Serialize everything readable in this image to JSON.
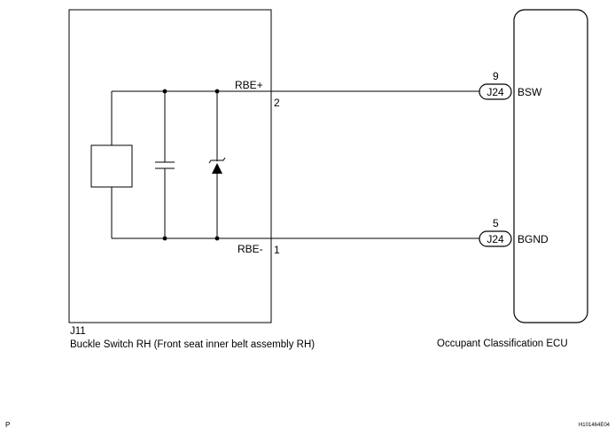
{
  "component_left": {
    "code": "J11",
    "name": "Buckle Switch RH (Front seat inner belt assembly RH)"
  },
  "component_right": {
    "name": "Occupant Classification ECU"
  },
  "wires": [
    {
      "signal": "RBE+",
      "left_pin": "2",
      "connector": "J24",
      "ecu_pin": "9",
      "ecu_terminal": "BSW"
    },
    {
      "signal": "RBE-",
      "left_pin": "1",
      "connector": "J24",
      "ecu_pin": "5",
      "ecu_terminal": "BGND"
    }
  ],
  "footer": {
    "corner_mark": "P",
    "figure_id": "H101464E04"
  }
}
